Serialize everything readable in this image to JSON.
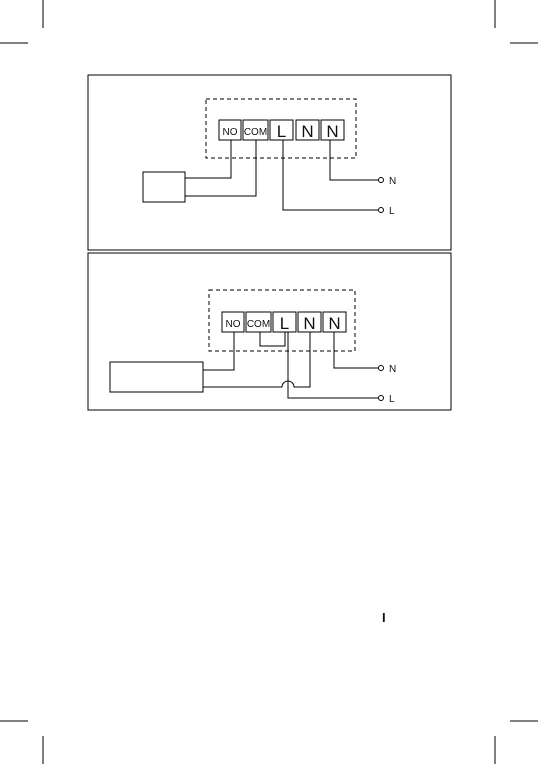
{
  "diagram_1": {
    "terminals": [
      "NO",
      "COM",
      "L",
      "N",
      "N"
    ],
    "outputs": [
      "N",
      "L"
    ]
  },
  "diagram_2": {
    "terminals": [
      "NO",
      "COM",
      "L",
      "N",
      "N"
    ],
    "outputs": [
      "N",
      "L"
    ]
  },
  "stray_mark": "I"
}
